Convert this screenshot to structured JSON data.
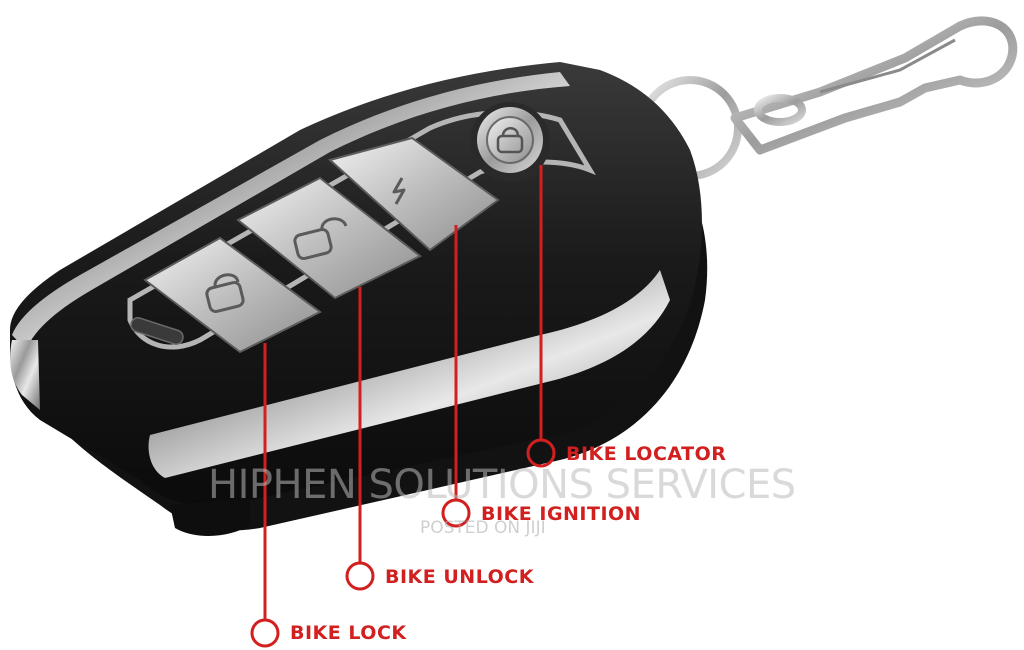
{
  "callouts": [
    {
      "id": "bike-lock",
      "label": "BIKE LOCK"
    },
    {
      "id": "bike-unlock",
      "label": "BIKE UNLOCK"
    },
    {
      "id": "bike-ignition",
      "label": "BIKE IGNITION"
    },
    {
      "id": "bike-locator",
      "label": "BIKE LOCATOR"
    }
  ],
  "watermark": {
    "main": "HIPHEN SOLUTIONS SERVICES",
    "sub": "POSTED ON JIJI"
  },
  "colors": {
    "callout": "#d21f1f",
    "fob_body": "#1c1c1c",
    "chrome": "#c8c8c8"
  },
  "icons": {
    "lock_button": "padlock-closed-icon",
    "unlock_button": "padlock-open-icon",
    "ignition_button": "lightning-icon",
    "locator_button": "padlock-icon"
  }
}
